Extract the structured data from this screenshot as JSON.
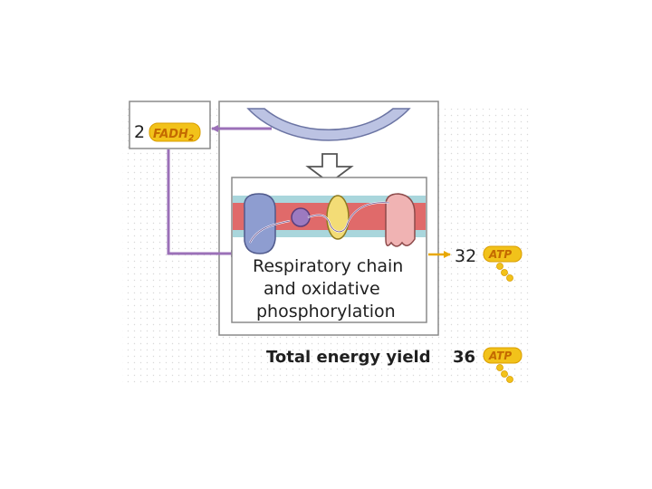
{
  "fadh": {
    "count": "2",
    "molecule": "FADH",
    "subscript": "2"
  },
  "process": {
    "line1": "Respiratory chain",
    "line2": "and oxidative",
    "line3": "phosphorylation"
  },
  "output": {
    "count": "32",
    "molecule": "ATP"
  },
  "total": {
    "label": "Total energy yield",
    "count": "36",
    "molecule": "ATP"
  },
  "colors": {
    "arrow": "#9b70b8",
    "atp_arrow": "#e8a800",
    "badge": "#f2c21a",
    "membrane_red": "#e06a6a",
    "membrane_blue": "#a9d6dc"
  }
}
